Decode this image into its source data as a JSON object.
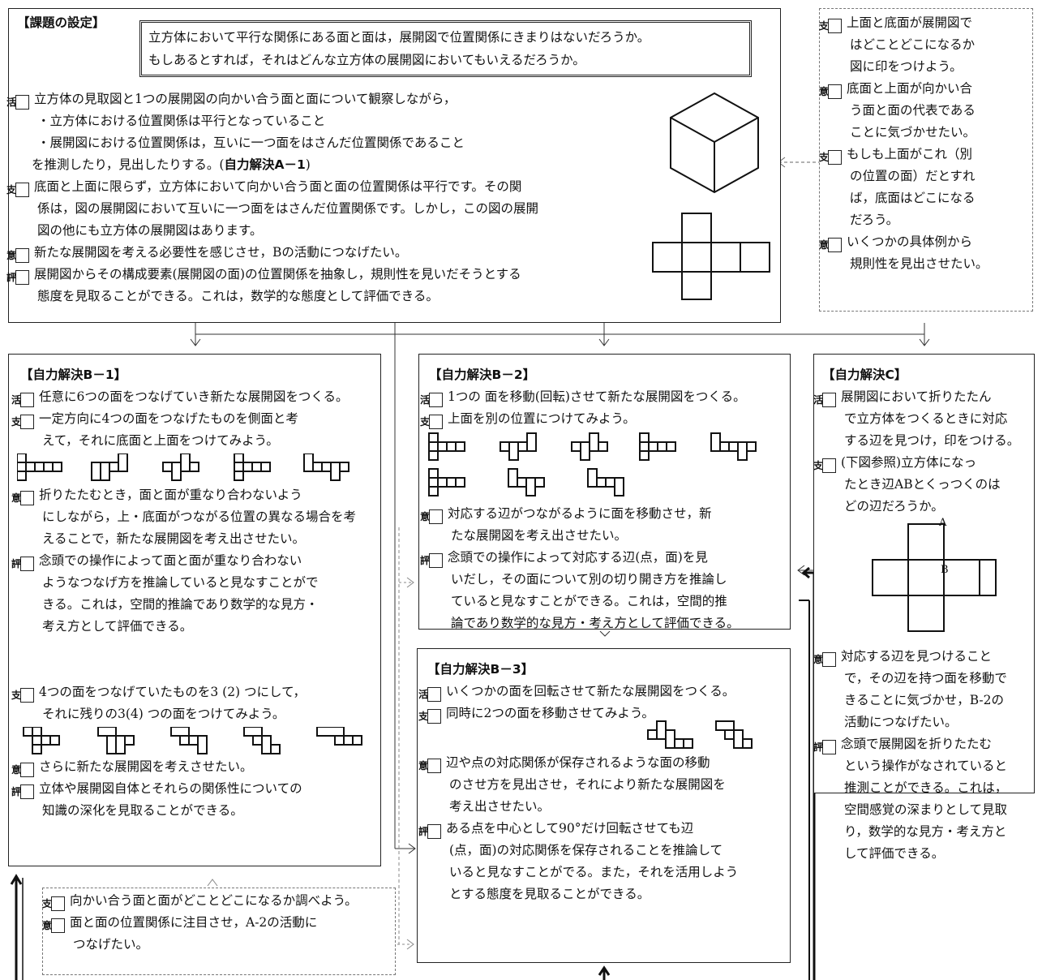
{
  "top": {
    "title": "【課題の設定】",
    "theme": [
      "立方体において平行な関係にある面と面は，展開図で位置関係にきまりはないだろうか。",
      "もしあるとすれば，それはどんな立方体の展開図においてもいえるだろうか。"
    ],
    "items": [
      {
        "tag": "活",
        "lines": [
          "立方体の見取図と1つの展開図の向かい合う面と面について観察しながら，",
          "・立方体における位置関係は平行となっていること",
          "・展開図における位置関係は，互いに一つ面をはさんだ位置関係であること"
        ]
      },
      {
        "tag": "",
        "lines_pre": "を推測したり，見出したりする。(",
        "lines_bold": "自力解決A－1",
        "lines_post": ")"
      },
      {
        "tag": "支",
        "lines": [
          "底面と上面に限らず，立方体において向かい合う面と面の位置関係は平行です。その関",
          "係は，図の展開図において互いに一つ面をはさんだ位置関係です。しかし，この図の展開",
          "図の他にも立方体の展開図はあります。"
        ]
      },
      {
        "tag": "意",
        "lines": [
          "新たな展開図を考える必要性を感じさせ，Bの活動につなげたい。"
        ]
      },
      {
        "tag": "評",
        "lines": [
          "展開図からその構成要素(展開図の面)の位置関係を抽象し，規則性を見いだそうとする",
          "態度を見取ることができる。これは，数学的な態度として評価できる。"
        ]
      }
    ]
  },
  "side": {
    "items": [
      {
        "tag": "支",
        "lines": [
          "上面と底面が展開図で",
          "はどことどこになるか",
          "図に印をつけよう。"
        ]
      },
      {
        "tag": "意",
        "lines": [
          "底面と上面が向かい合",
          "う面と面の代表である",
          "ことに気づかせたい。"
        ]
      },
      {
        "tag": "支",
        "lines": [
          "もしも上面がこれ（別",
          "の位置の面）だとすれ",
          "ば，底面はどこになる",
          "だろう。"
        ]
      },
      {
        "tag": "意",
        "lines": [
          "いくつかの具体例から",
          "規則性を見出させたい。"
        ]
      }
    ]
  },
  "b1": {
    "title": "【自力解決B－1】",
    "items": [
      {
        "tag": "活",
        "lines": [
          "任意に6つの面をつなげていき新たな展開図をつくる。"
        ]
      },
      {
        "tag": "支",
        "lines": [
          "一定方向に4つの面をつなげたものを側面と考",
          "えて，それに底面と上面をつけてみよう。"
        ]
      }
    ],
    "items2": [
      {
        "tag": "意",
        "lines": [
          "折りたたむとき，面と面が重なり合わないよう",
          "にしながら，上・底面がつながる位置の異なる場合を考",
          "えることで，新たな展開図を考え出させたい。"
        ]
      },
      {
        "tag": "評",
        "lines": [
          "念頭での操作によって面と面が重なり合わない",
          "ようなつなげ方を推論していると見なすことがで",
          "きる。これは，空間的推論であり数学的な見方・",
          "考え方として評価できる。"
        ]
      }
    ],
    "items3": [
      {
        "tag": "支",
        "lines": [
          "4つの面をつなげていたものを3 (2) つにして，",
          "それに残りの3(4) つの面をつけてみよう。"
        ]
      }
    ],
    "items4": [
      {
        "tag": "意",
        "lines": [
          "さらに新たな展開図を考えさせたい。"
        ]
      },
      {
        "tag": "評",
        "lines": [
          "立体や展開図自体とそれらの関係性についての",
          "知識の深化を見取ることができる。"
        ]
      }
    ]
  },
  "b2": {
    "title": "【自力解決B－2】",
    "items": [
      {
        "tag": "活",
        "lines": [
          "1つの 面を移動(回転)させて新たな展開図をつくる。"
        ]
      },
      {
        "tag": "支",
        "lines": [
          "上面を別の位置につけてみよう。"
        ]
      }
    ],
    "items2": [
      {
        "tag": "意",
        "lines": [
          "対応する辺がつながるように面を移動させ，新",
          "たな展開図を考え出させたい。"
        ]
      },
      {
        "tag": "評",
        "lines": [
          "念頭での操作によって対応する辺(点，面)を見",
          "いだし，その面について別の切り開き方を推論し",
          "ていると見なすことができる。これは，空間的推",
          "論であり数学的な見方・考え方として評価できる。"
        ]
      }
    ]
  },
  "b3": {
    "title": "【自力解決B－3】",
    "items": [
      {
        "tag": "活",
        "lines": [
          "いくつかの面を回転させて新たな展開図をつくる。"
        ]
      },
      {
        "tag": "支",
        "lines": [
          "同時に2つの面を移動させてみよう。"
        ]
      }
    ],
    "items2": [
      {
        "tag": "意",
        "lines": [
          "辺や点の対応関係が保存されるような面の移動",
          "のさせ方を見出させ，それにより新たな展開図を",
          "考え出させたい。"
        ]
      },
      {
        "tag": "評",
        "lines": [
          "ある点を中心として90°だけ回転させても辺",
          "(点，面)の対応関係を保存されることを推論して",
          "いると見なすことがでる。また，それを活用しよう",
          "とする態度を見取ることができる。"
        ]
      }
    ]
  },
  "c": {
    "title": "【自力解決C】",
    "items": [
      {
        "tag": "活",
        "lines": [
          "展開図において折りたたん",
          "で立方体をつくるときに対応",
          "する辺を見つけ，印をつける。"
        ]
      },
      {
        "tag": "支",
        "lines": [
          "(下図参照)立方体になっ",
          "たとき辺ABとくっつくのは",
          "どの辺だろうか。"
        ]
      }
    ],
    "label_a": "A",
    "label_b": "B",
    "items2": [
      {
        "tag": "意",
        "lines": [
          "対応する辺を見つけること",
          "で，その辺を持つ面を移動で",
          "きることに気づかせ，B-2の",
          "活動につなげたい。"
        ]
      },
      {
        "tag": "評",
        "lines": [
          "念頭で展開図を折りたたむ",
          "という操作がなされていると",
          "推測ことができる。これは，",
          "空間感覚の深まりとして見取",
          "り，数学的な見方・考え方と",
          "して評価できる。"
        ]
      }
    ]
  },
  "bottom": {
    "items": [
      {
        "tag": "支",
        "lines": [
          "向かい合う面と面がどことどこになるか調べよう。"
        ]
      },
      {
        "tag": "意",
        "lines": [
          "面と面の位置関係に注目させ，A-2の活動に",
          "つなげたい。"
        ]
      }
    ]
  }
}
